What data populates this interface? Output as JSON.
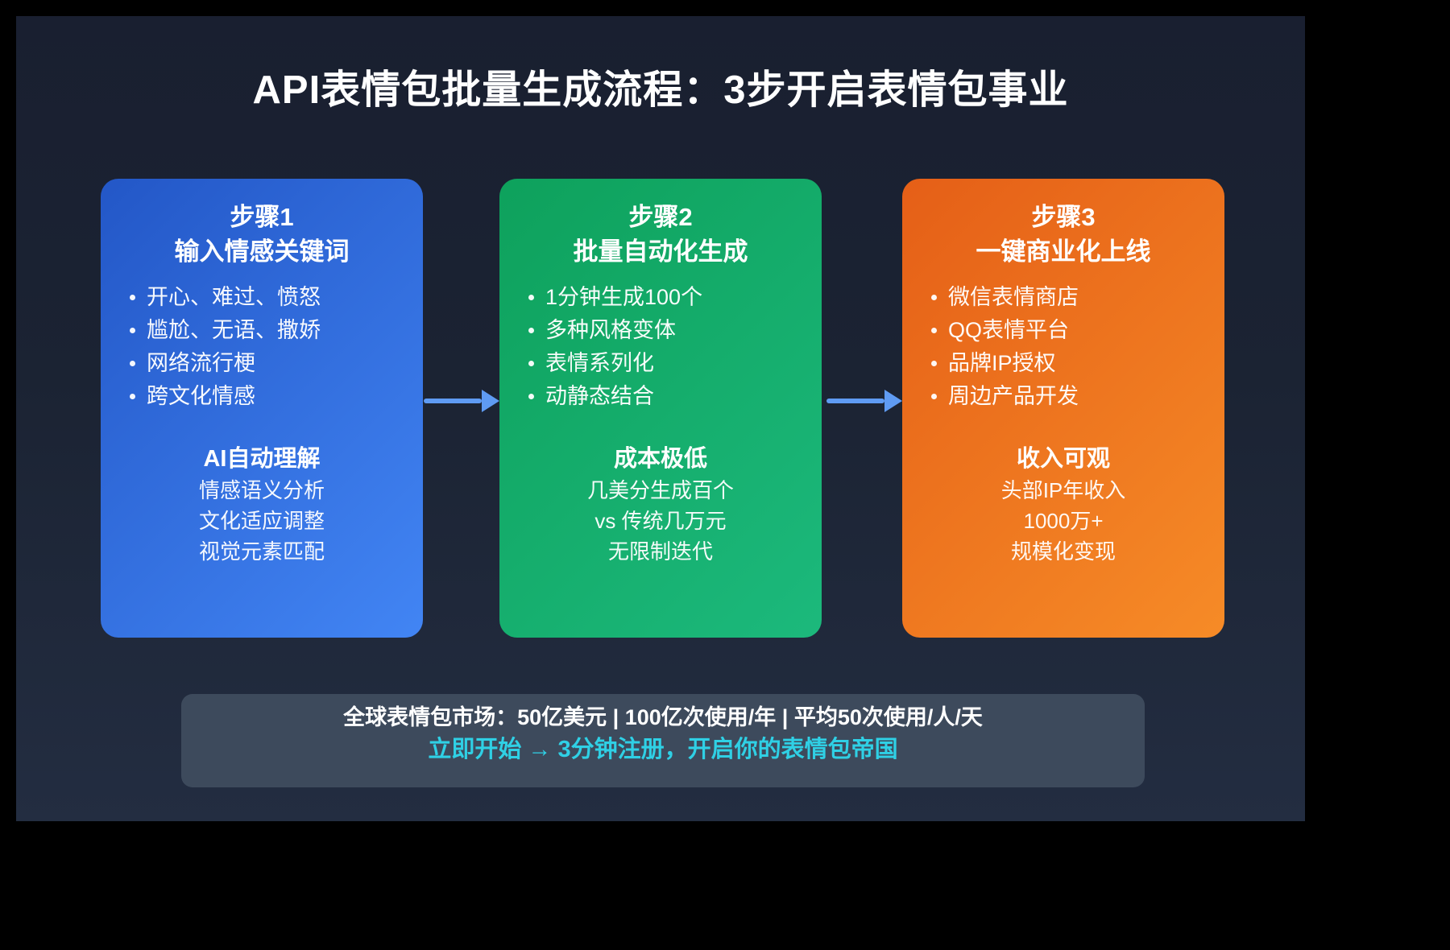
{
  "title": "API表情包批量生成流程：3步开启表情包事业",
  "steps": [
    {
      "step_label": "步骤1",
      "subtitle": "输入情感关键词",
      "bullets": [
        "开心、难过、愤怒",
        "尴尬、无语、撒娇",
        "网络流行梗",
        "跨文化情感"
      ],
      "section_title": "AI自动理解",
      "section_lines": [
        "情感语义分析",
        "文化适应调整",
        "视觉元素匹配"
      ],
      "gradient": [
        "#2357c7",
        "#4285f4"
      ]
    },
    {
      "step_label": "步骤2",
      "subtitle": "批量自动化生成",
      "bullets": [
        "1分钟生成100个",
        "多种风格变体",
        "表情系列化",
        "动静态结合"
      ],
      "section_title": "成本极低",
      "section_lines": [
        "几美分生成百个",
        "vs 传统几万元",
        "无限制迭代"
      ],
      "gradient": [
        "#0ea15c",
        "#1cb97c"
      ]
    },
    {
      "step_label": "步骤3",
      "subtitle": "一键商业化上线",
      "bullets": [
        "微信表情商店",
        "QQ表情平台",
        "品牌IP授权",
        "周边产品开发"
      ],
      "section_title": "收入可观",
      "section_lines": [
        "头部IP年收入",
        "1000万+",
        "规模化变现"
      ],
      "gradient": [
        "#e55f17",
        "#f68b27"
      ]
    }
  ],
  "footer": {
    "stats_line": "全球表情包市场：50亿美元 | 100亿次使用/年 | 平均50次使用/人/天",
    "cta_line": "立即开始 → 3分钟注册，开启你的表情包帝国"
  },
  "colors": {
    "page_background": "#000000",
    "canvas_top": "#191f30",
    "canvas_bottom": "#232d41",
    "arrow": "#5f9bf3",
    "footer_background": "#3d4a5c",
    "cta_text": "#2fd0e5",
    "text": "#ffffff"
  }
}
